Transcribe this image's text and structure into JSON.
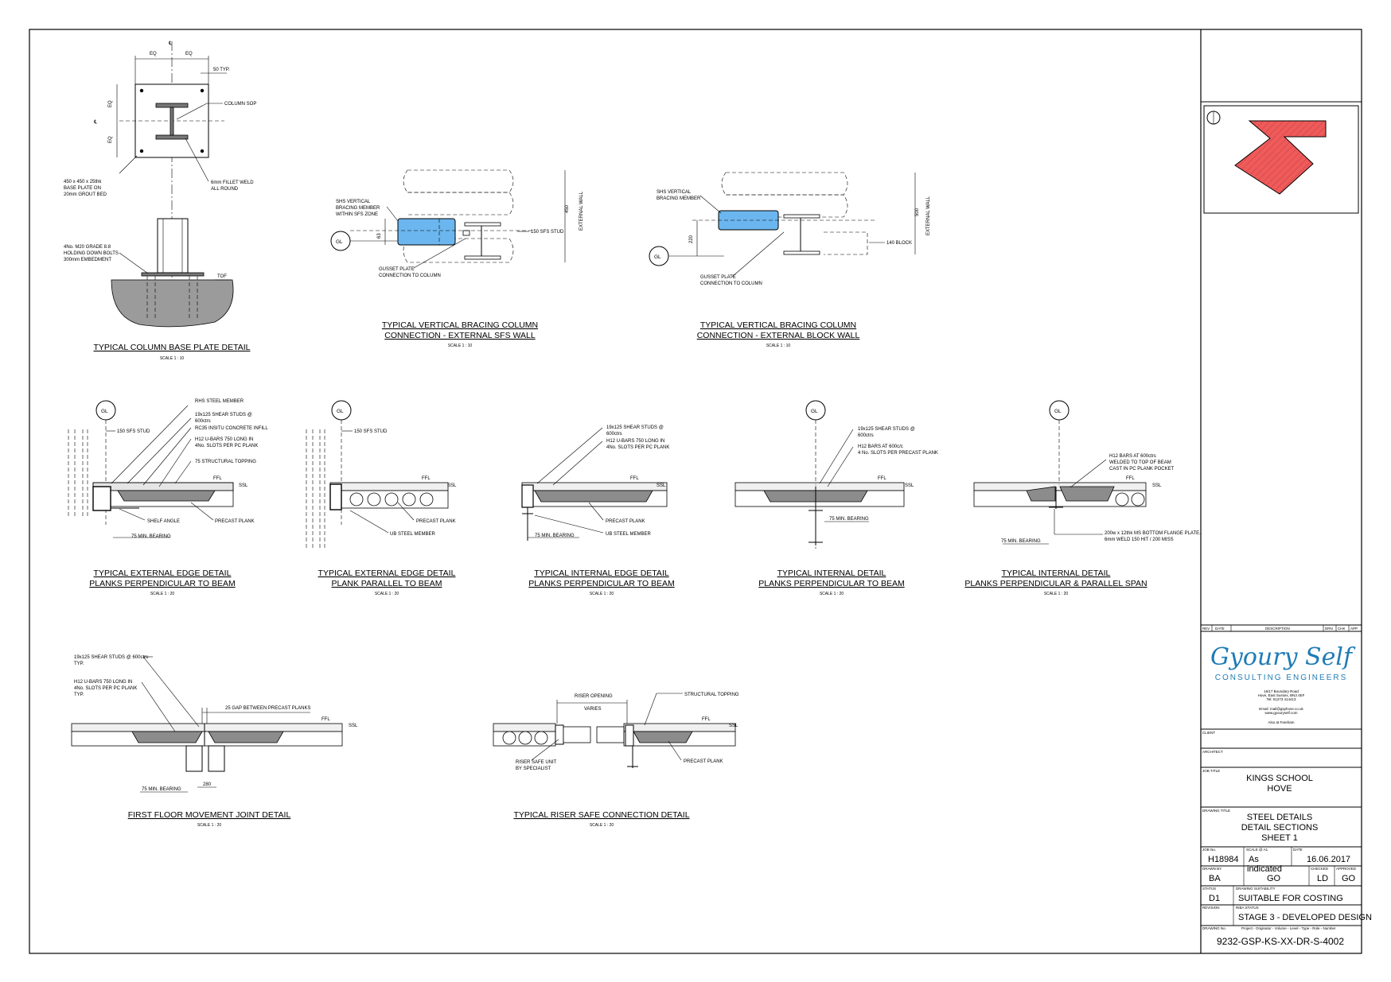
{
  "details": {
    "base_plate": {
      "title": "TYPICAL COLUMN BASE PLATE DETAIL",
      "scale": "SCALE 1 : 10",
      "notes": {
        "eq1": "EQ",
        "eq2": "EQ",
        "eq3": "EQ",
        "eq4": "EQ",
        "typ": "50 TYP.",
        "sop": "COLUMN SOP",
        "plate1": "450 x 450 x 25thk",
        "plate2": "BASE PLATE ON",
        "plate3": "20mm GROUT BED",
        "weld1": "6mm FILLET WELD",
        "weld2": "ALL ROUND",
        "bolt1": "4No. M20 GRADE 8.8",
        "bolt2": "HOLDING DOWN BOLTS",
        "bolt3": "300mm EMBEDMENT",
        "tof": "TOF"
      }
    },
    "bracing_sfs": {
      "title1": "TYPICAL VERTICAL BRACING COLUMN",
      "title2": "CONNECTION - EXTERNAL SFS WALL",
      "scale": "SCALE 1 : 10",
      "notes": {
        "shs1": "SHS VERTICAL",
        "shs2": "BRACING MEMBER",
        "shs3": "WITHIN SFS ZONE",
        "stud": "150 SFS STUD",
        "gus1": "GUSSET PLATE",
        "gus2": "CONNECTION TO COLUMN",
        "dim450": "450",
        "dim63": "63",
        "ext": "EXTERNAL WALL",
        "gl": "GL"
      }
    },
    "bracing_block": {
      "title1": "TYPICAL VERTICAL BRACING COLUMN",
      "title2": "CONNECTION - EXTERNAL BLOCK WALL",
      "scale": "SCALE 1 : 10",
      "notes": {
        "shs1": "SHS VERTICAL",
        "shs2": "BRACING MEMBER",
        "block": "140 BLOCK",
        "gus1": "GUSSET PLATE",
        "gus2": "CONNECTION TO COLUMN",
        "dim500": "500",
        "dim220": "220",
        "ext": "EXTERNAL WALL",
        "gl": "GL"
      }
    },
    "ext_edge_perp": {
      "title1": "TYPICAL EXTERNAL EDGE DETAIL",
      "title2": "PLANKS PERPENDICULAR TO BEAM",
      "scale": "SCALE 1 : 20",
      "notes": {
        "gl": "GL",
        "rhs": "RHS STEEL MEMBER",
        "studs1": "19x125 SHEAR STUDS @",
        "studs2": "600ctrs",
        "infill": "RC35 INSITU CONCRETE INFILL",
        "ubar1": "H12 U-BARS 750 LONG IN",
        "ubar2": "4No. SLOTS PER PC PLANK",
        "topping": "75 STRUCTURAL TOPPING",
        "sfs": "150 SFS STUD",
        "ffl": "FFL",
        "ssl": "SSL",
        "shelf": "SHELF ANGLE",
        "plank": "PRECAST PLANK",
        "bearing": "75 MIN. BEARING"
      }
    },
    "ext_edge_par": {
      "title1": "TYPICAL EXTERNAL EDGE DETAIL",
      "title2": "PLANK PARALLEL TO BEAM",
      "scale": "SCALE 1 : 20",
      "notes": {
        "gl": "GL",
        "sfs": "150 SFS STUD",
        "ffl": "FFL",
        "ssl": "SSL",
        "plank": "PRECAST PLANK",
        "ub": "UB STEEL MEMBER"
      }
    },
    "int_edge": {
      "title1": "TYPICAL INTERNAL EDGE DETAIL",
      "title2": "PLANKS PERPENDICULAR TO BEAM",
      "scale": "SCALE 1 : 20",
      "notes": {
        "studs1": "19x125 SHEAR STUDS @",
        "studs2": "600ctrs",
        "ubar1": "H12 U-BARS 750 LONG IN",
        "ubar2": "4No. SLOTS PER PC PLANK",
        "ffl": "FFL",
        "ssl": "SSL",
        "plank": "PRECAST PLANK",
        "bearing": "75 MIN. BEARING",
        "ub": "UB STEEL MEMBER"
      }
    },
    "int_perp": {
      "title1": "TYPICAL INTERNAL DETAIL",
      "title2": "PLANKS PERPENDICULAR TO BEAM",
      "scale": "SCALE 1 : 20",
      "notes": {
        "gl": "GL",
        "studs1": "19x125 SHEAR STUDS @",
        "studs2": "600ctrs",
        "bars1": "H12 BARS AT 600c/c",
        "bars2": "4 No. SLOTS PER PRECAST PLANK",
        "ffl": "FFL",
        "ssl": "SSL",
        "bearing": "75 MIN. BEARING"
      }
    },
    "int_perp_par": {
      "title1": "TYPICAL INTERNAL DETAIL",
      "title2": "PLANKS PERPENDICULAR & PARALLEL SPAN",
      "scale": "SCALE 1 : 20",
      "notes": {
        "gl": "GL",
        "h12a": "H12 BARS AT 600ctrs",
        "h12b": "WELDED TO TOP OF BEAM",
        "h12c": "CAST IN PC PLANK POCKET",
        "ffl": "FFL",
        "ssl": "SSL",
        "bearing": "75 MIN. BEARING",
        "plate1": "200w x 12thk MS BOTTOM FLANGE PLATE.",
        "plate2": "6mm WELD 150 HIT / 200 MISS"
      }
    },
    "movement": {
      "title": "FIRST  FLOOR MOVEMENT JOINT DETAIL",
      "scale": "SCALE 1 : 20",
      "notes": {
        "studs1": "19x125 SHEAR STUDS @ 600ctrs",
        "studs2": "TYP.",
        "ubar1": "H12 U-BARS 750 LONG IN",
        "ubar2": "4No. SLOTS PER PC PLANK",
        "ubar3": "TYP.",
        "gap": "25 GAP BETWEEN PRECAST PLANKS",
        "ffl": "FFL",
        "ssl": "SSL",
        "bearing": "75 MIN. BEARING",
        "dim280": "280"
      }
    },
    "riser": {
      "title": "TYPICAL RISER SAFE CONNECTION DETAIL",
      "scale": "SCALE 1 : 20",
      "notes": {
        "opening": "RISER OPENING",
        "varies": "VARIES",
        "topping": "STRUCTURAL TOPPING",
        "ffl": "FFL",
        "ssl": "SSL",
        "unit1": "RISER SAFE UNIT",
        "unit2": "BY SPECIALIST",
        "plank": "PRECAST PLANK"
      }
    }
  },
  "title_block": {
    "rev_header": {
      "rev": "REV",
      "date": "DATE",
      "desc": "DESCRIPTION",
      "drn": "DRN",
      "chk": "CHK",
      "app": "APP"
    },
    "logo_name": "Gyoury Self",
    "logo_sub": "CONSULTING ENGINEERS",
    "address": [
      "16/17 Boundary Road",
      "Hove, East Sussex, BN3 4EF",
      "Tel: 01273 414413",
      "",
      "Email: mail@gsphove.co.uk",
      "www.gyouryself.com",
      "",
      "Also at Fareham"
    ],
    "client_label": "CLIENT",
    "architect_label": "ARCHITECT",
    "job_title_label": "JOB TITLE",
    "job_title1": "KINGS SCHOOL",
    "job_title2": "HOVE",
    "drawing_title_label": "DRAWING TITLE",
    "drawing_title1": "STEEL DETAILS",
    "drawing_title2": "DETAIL SECTIONS",
    "drawing_title3": "SHEET 1",
    "job_no_label": "JOB No.",
    "job_no": "H18984",
    "scale_label": "SCALE @ A1",
    "scale1": "As",
    "scale2": "indicated",
    "date_label": "DATE",
    "date": "16.06.2017",
    "drawn_label": "DRAWN BY",
    "drawn": "BA",
    "designed": "GO",
    "checked_label": "CHECKED",
    "checked": "LD",
    "approved_label": "APPROVED",
    "approved": "GO",
    "status_label": "STATUS",
    "status": "D1",
    "suitability_label": "DRAWING SUITABILITY",
    "suitability": "SUITABLE FOR COSTING",
    "revision_label": "REVISION",
    "riba_label": "RIBA STATUS",
    "riba": "STAGE 3 - DEVELOPED DESIGN",
    "drawing_no_label": "DRAWING No.",
    "drawing_no_hint": "Project - Originator - Volume - Level - Type - Role - Number",
    "drawing_no": "9232-GSP-KS-XX-DR-S-4002"
  },
  "colors": {
    "bracing": "#6bb6ee",
    "key_plan": "#ef5a5a",
    "logo": "#1f7bb6"
  }
}
